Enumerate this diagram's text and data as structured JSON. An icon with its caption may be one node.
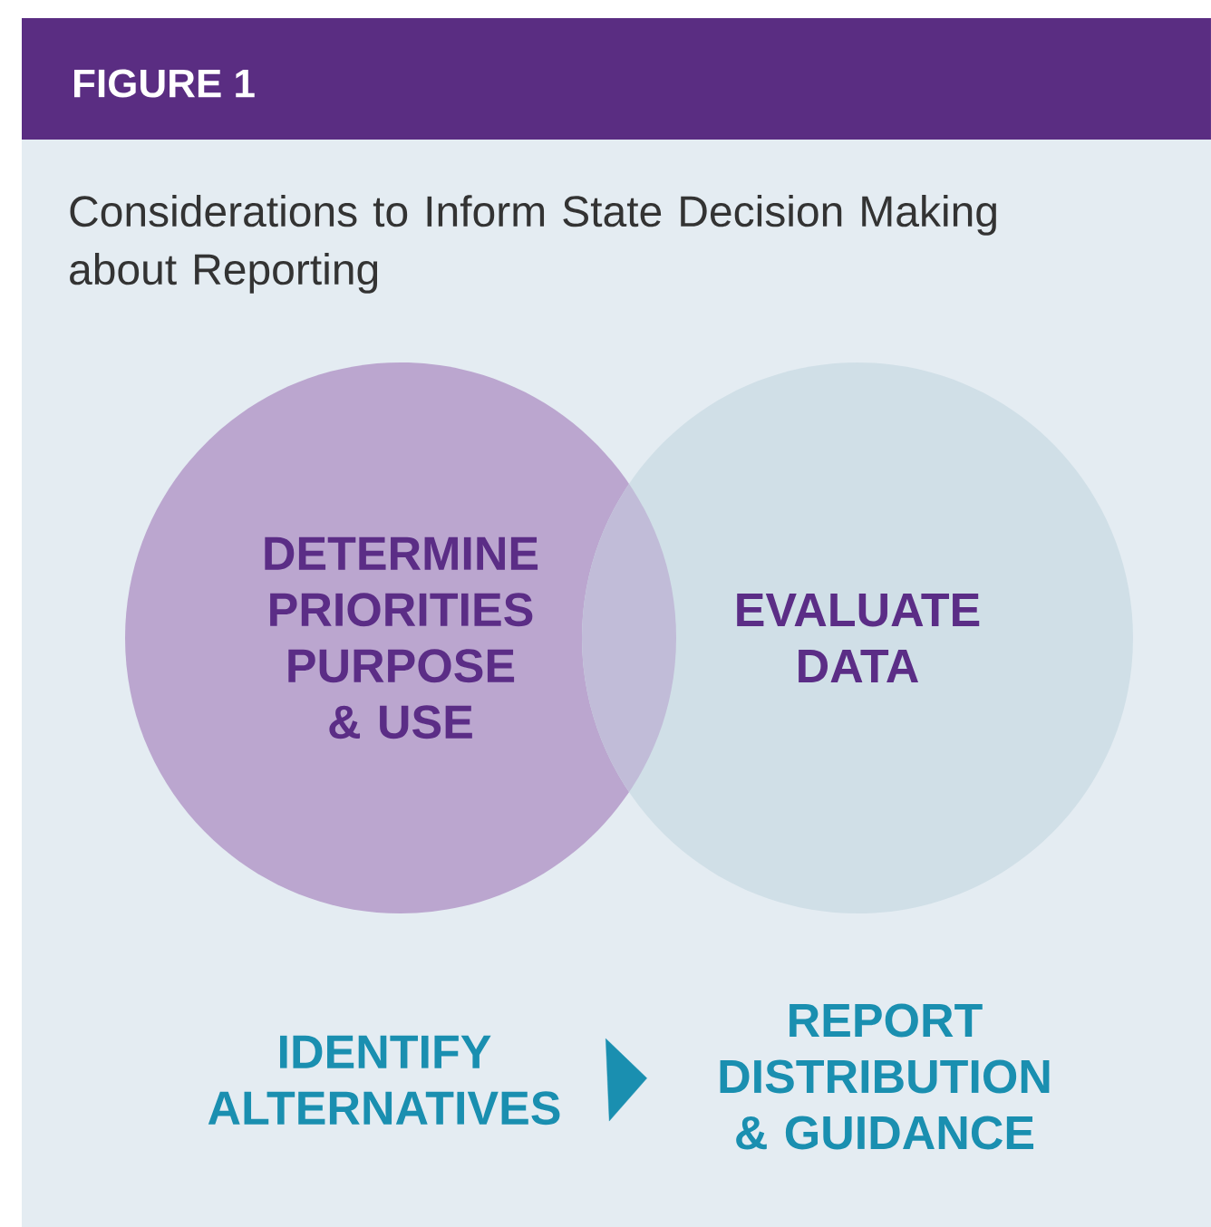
{
  "diagram": {
    "title": "FIGURE 1",
    "nodes": [
      {
        "text": [
          "DETERMINE PRIORITIES PURPOSE & USE"
        ]
      },
      {
        "text": [
          "EVALUATE DATA"
        ]
      },
      {
        "text": [
          "IDENTIFY ALTERNATIVES"
        ]
      },
      {
        "text": [
          "REPORT DISTRIBUTION & GUIDANCE"
        ]
      }
    ],
    "edges": [
      {
        "from": 2,
        "to": 3,
        "arrow": "to"
      }
    ],
    "labels": [
      "Considerations to Inform State Decision Making about Reporting"
    ]
  }
}
